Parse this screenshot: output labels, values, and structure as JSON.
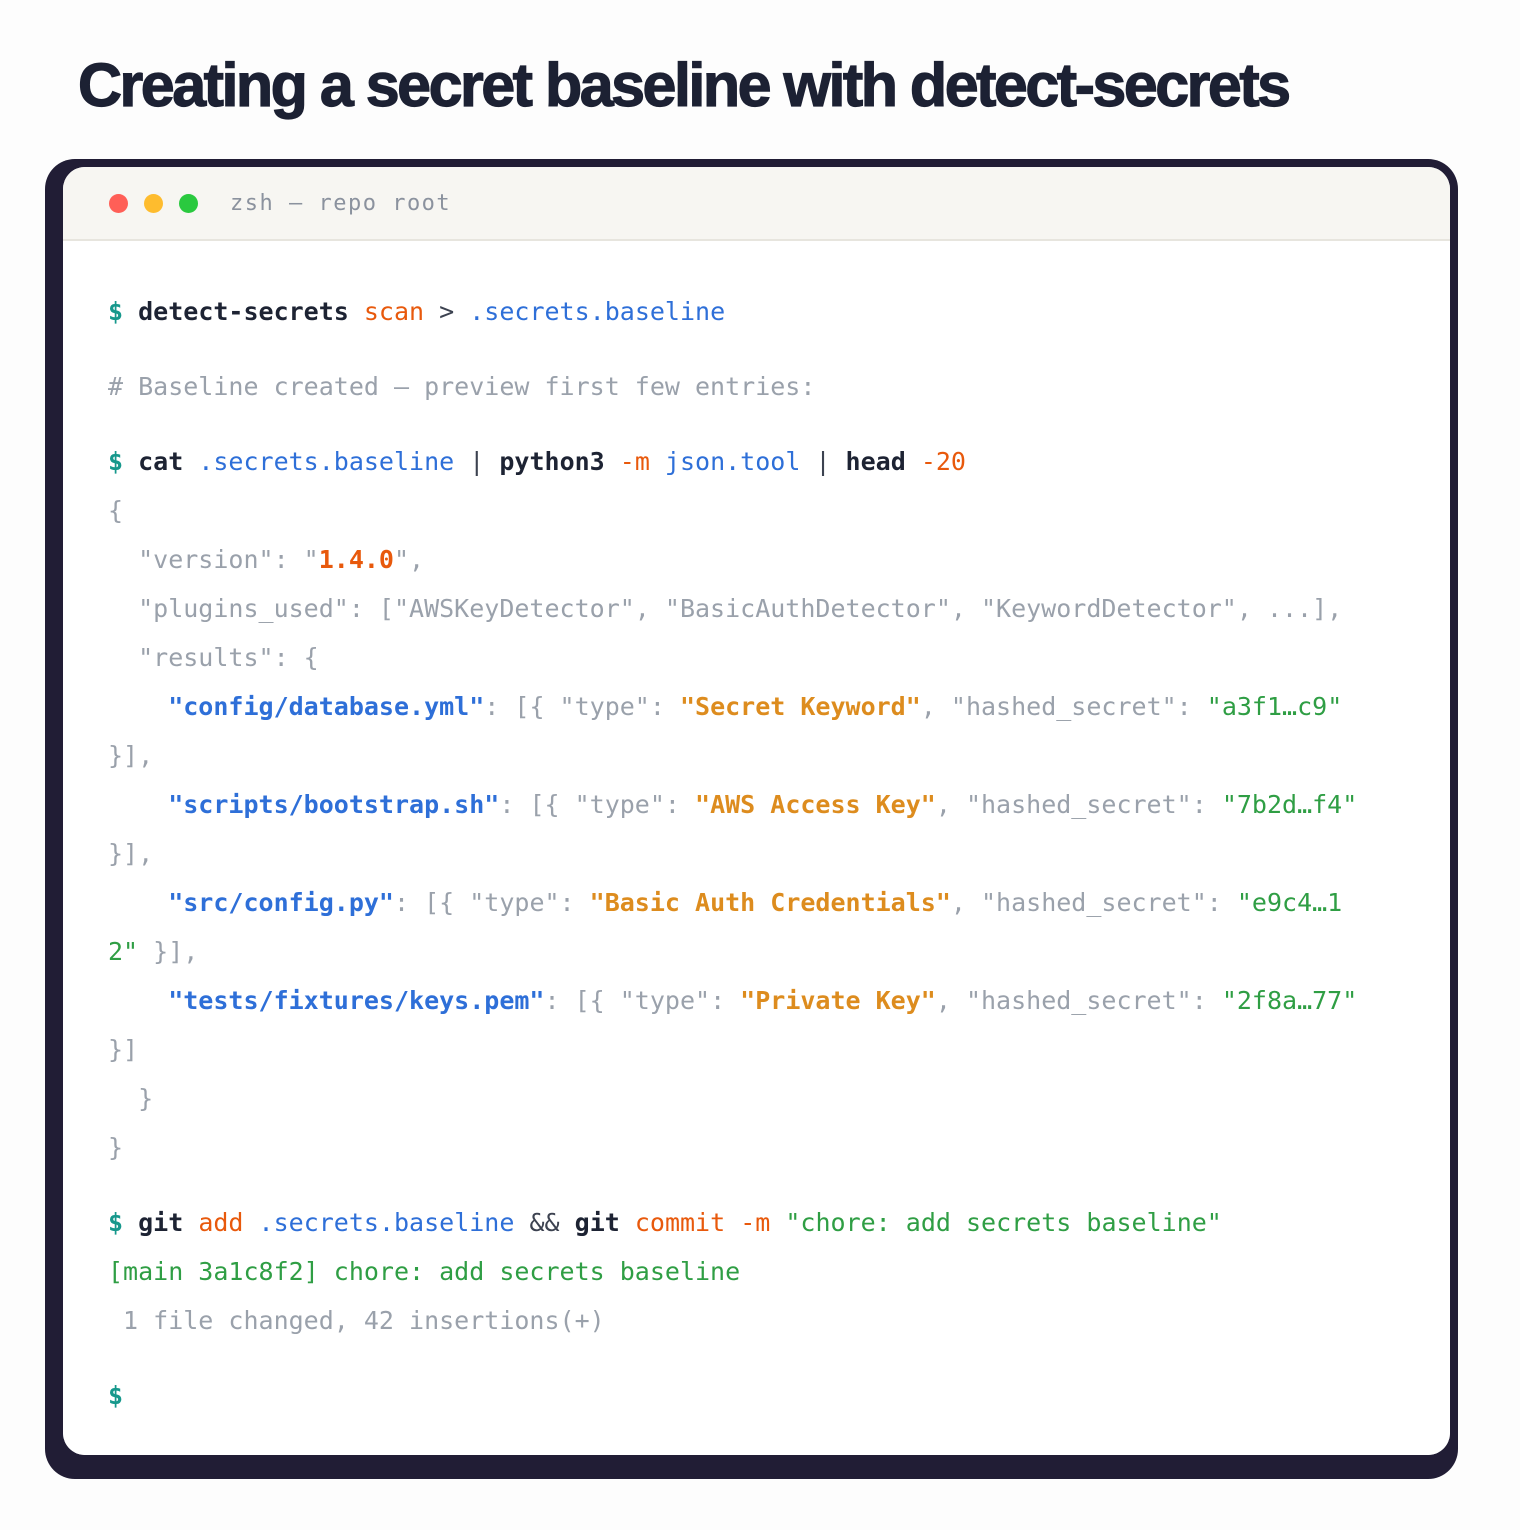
{
  "page": {
    "title": "Creating a secret baseline with detect-secrets"
  },
  "window": {
    "title": "zsh — repo root",
    "traffic_lights": [
      {
        "name": "close",
        "color": "#ff5f57"
      },
      {
        "name": "minimize",
        "color": "#febc2e"
      },
      {
        "name": "zoom",
        "color": "#2ac93f"
      }
    ]
  },
  "palette": {
    "frame": "#211d35",
    "titlebar_bg": "#f7f6f2",
    "titlebar_border": "#e7e5de",
    "terminal_bg": "#ffffff",
    "heading_text": "#1c2133",
    "titlebar_text": "#8b929e"
  },
  "terminal": {
    "styles": {
      "prompt": {
        "color": "#16988c",
        "bold": true
      },
      "cmd": {
        "color": "#1d2333",
        "bold": true
      },
      "arg": {
        "color": "#e8590c",
        "bold": false
      },
      "argbold": {
        "color": "#e8590c",
        "bold": true
      },
      "path": {
        "color": "#2e6fd8",
        "bold": false
      },
      "pathbold": {
        "color": "#2e6fd8",
        "bold": true
      },
      "sep": {
        "color": "#3c4250",
        "bold": false
      },
      "muted": {
        "color": "#9aa1ab",
        "bold": false
      },
      "type": {
        "color": "#dd8c1e",
        "bold": true
      },
      "green": {
        "color": "#2f9e44",
        "bold": false
      }
    },
    "lines": [
      {
        "segments": [
          {
            "c": "prompt",
            "t": "$ "
          },
          {
            "c": "cmd",
            "t": "detect-secrets"
          },
          {
            "c": "arg",
            "t": " scan"
          },
          {
            "c": "sep",
            "t": " > "
          },
          {
            "c": "path",
            "t": ".secrets.baseline"
          }
        ]
      },
      {
        "spacer": true
      },
      {
        "segments": [
          {
            "c": "muted",
            "t": "# Baseline created — preview first few entries:"
          }
        ]
      },
      {
        "spacer": true
      },
      {
        "segments": [
          {
            "c": "prompt",
            "t": "$ "
          },
          {
            "c": "cmd",
            "t": "cat"
          },
          {
            "c": "path",
            "t": " .secrets.baseline"
          },
          {
            "c": "sep",
            "t": " | "
          },
          {
            "c": "cmd",
            "t": "python3"
          },
          {
            "c": "arg",
            "t": " -m"
          },
          {
            "c": "path",
            "t": " json.tool"
          },
          {
            "c": "sep",
            "t": " | "
          },
          {
            "c": "cmd",
            "t": "head"
          },
          {
            "c": "arg",
            "t": " -20"
          }
        ]
      },
      {
        "segments": [
          {
            "c": "muted",
            "t": "{"
          }
        ]
      },
      {
        "segments": [
          {
            "c": "muted",
            "t": "  \"version\": \""
          },
          {
            "c": "argbold",
            "t": "1.4.0"
          },
          {
            "c": "muted",
            "t": "\","
          }
        ]
      },
      {
        "segments": [
          {
            "c": "muted",
            "t": "  \"plugins_used\": [\"AWSKeyDetector\", \"BasicAuthDetector\", \"KeywordDetector\", ...],"
          }
        ]
      },
      {
        "segments": [
          {
            "c": "muted",
            "t": "  \"results\": {"
          }
        ]
      },
      {
        "segments": [
          {
            "c": "pathbold",
            "t": "    \"config/database.yml\""
          },
          {
            "c": "muted",
            "t": ": [{ \"type\": "
          },
          {
            "c": "type",
            "t": "\"Secret Keyword\""
          },
          {
            "c": "muted",
            "t": ", \"hashed_secret\": "
          },
          {
            "c": "green",
            "t": "\"a3f1…c9\""
          }
        ]
      },
      {
        "segments": [
          {
            "c": "muted",
            "t": "}],"
          }
        ]
      },
      {
        "segments": [
          {
            "c": "pathbold",
            "t": "    \"scripts/bootstrap.sh\""
          },
          {
            "c": "muted",
            "t": ": [{ \"type\": "
          },
          {
            "c": "type",
            "t": "\"AWS Access Key\""
          },
          {
            "c": "muted",
            "t": ", \"hashed_secret\": "
          },
          {
            "c": "green",
            "t": "\"7b2d…f4\""
          }
        ]
      },
      {
        "segments": [
          {
            "c": "muted",
            "t": "}],"
          }
        ]
      },
      {
        "segments": [
          {
            "c": "pathbold",
            "t": "    \"src/config.py\""
          },
          {
            "c": "muted",
            "t": ": [{ \"type\": "
          },
          {
            "c": "type",
            "t": "\"Basic Auth Credentials\""
          },
          {
            "c": "muted",
            "t": ", \"hashed_secret\": "
          },
          {
            "c": "green",
            "t": "\"e9c4…1"
          }
        ]
      },
      {
        "segments": [
          {
            "c": "green",
            "t": "2\""
          },
          {
            "c": "muted",
            "t": " }],"
          }
        ]
      },
      {
        "segments": [
          {
            "c": "pathbold",
            "t": "    \"tests/fixtures/keys.pem\""
          },
          {
            "c": "muted",
            "t": ": [{ \"type\": "
          },
          {
            "c": "type",
            "t": "\"Private Key\""
          },
          {
            "c": "muted",
            "t": ", \"hashed_secret\": "
          },
          {
            "c": "green",
            "t": "\"2f8a…77\""
          }
        ]
      },
      {
        "segments": [
          {
            "c": "muted",
            "t": "}]"
          }
        ]
      },
      {
        "segments": [
          {
            "c": "muted",
            "t": "  }"
          }
        ]
      },
      {
        "segments": [
          {
            "c": "muted",
            "t": "}"
          }
        ]
      },
      {
        "spacer": true
      },
      {
        "segments": [
          {
            "c": "prompt",
            "t": "$ "
          },
          {
            "c": "cmd",
            "t": "git"
          },
          {
            "c": "arg",
            "t": " add"
          },
          {
            "c": "path",
            "t": " .secrets.baseline"
          },
          {
            "c": "sep",
            "t": " && "
          },
          {
            "c": "cmd",
            "t": "git"
          },
          {
            "c": "arg",
            "t": " commit -m"
          },
          {
            "c": "green",
            "t": " \"chore: add secrets baseline\""
          }
        ]
      },
      {
        "segments": [
          {
            "c": "green",
            "t": "[main 3a1c8f2] chore: add secrets baseline"
          }
        ]
      },
      {
        "segments": [
          {
            "c": "muted",
            "t": " 1 file changed, 42 insertions(+)"
          }
        ]
      },
      {
        "spacer": true
      },
      {
        "segments": [
          {
            "c": "prompt",
            "t": "$"
          }
        ]
      }
    ]
  }
}
